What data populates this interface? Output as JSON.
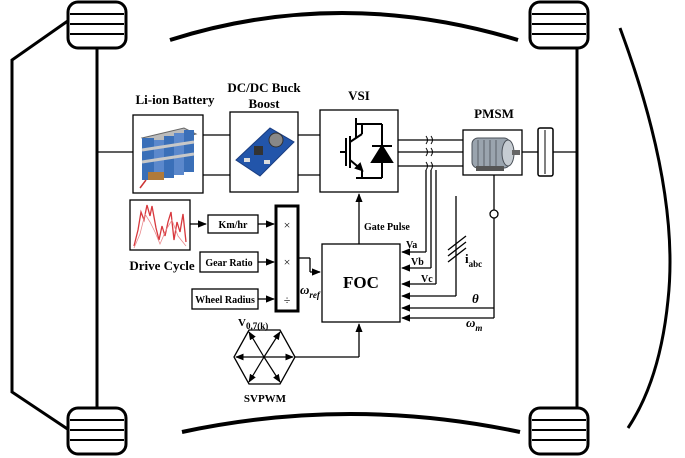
{
  "blocks": {
    "battery": "Li-ion Battery",
    "dcdc_line1": "DC/DC Buck",
    "dcdc_line2": "Boost",
    "vsi": "VSI",
    "pmsm": "PMSM",
    "drive_cycle": "Drive Cycle",
    "kmhr": "Km/hr",
    "gear_ratio": "Gear Ratio",
    "wheel_radius": "Wheel Radius",
    "foc": "FOC",
    "svpwm": "SVPWM"
  },
  "operators": {
    "mult1": "×",
    "mult2": "×",
    "div": "÷"
  },
  "signals": {
    "gate_pulse": "Gate Pulse",
    "va": "Va",
    "vb": "Vb",
    "vc": "Vc",
    "iabc_main": "i",
    "iabc_sub": "abc",
    "theta": "θ",
    "omega_m_main": "ω",
    "omega_m_sub": "m",
    "omega_ref_main": "ω",
    "omega_ref_sub": "ref",
    "v_vector_main": "V",
    "v_vector_sub": "0,7(k)"
  }
}
